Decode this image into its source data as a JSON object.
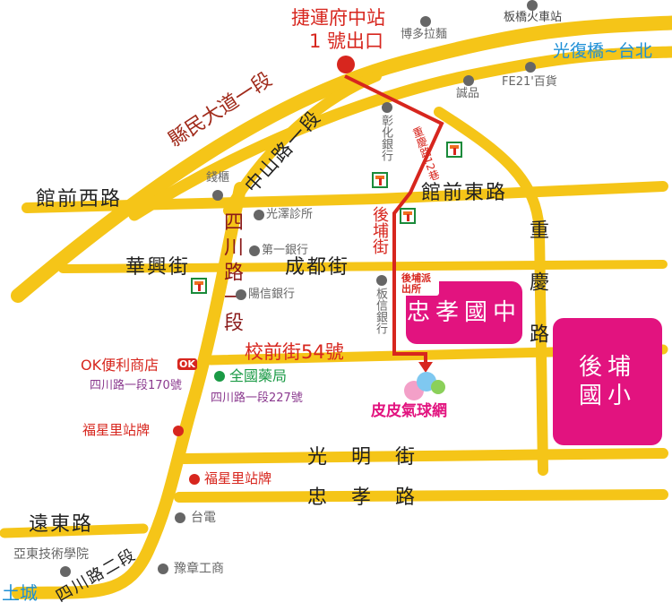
{
  "title_mrt": {
    "line1": "捷運府中站",
    "line2": "1 號出口"
  },
  "direction_label": "光復橋~台北",
  "roads": {
    "county_blvd": "縣民大道一段",
    "zhongshan": "中山路一段",
    "guanqian_west": "館前西路",
    "guanqian_east": "館前東路",
    "huaxing": "華興街",
    "chengdu": "成都街",
    "sichuan_1": "四川路一段",
    "houpu_st": "後埔街",
    "chongqing_lane": "重慶路12巷",
    "chongqing": "重慶路",
    "xiaoqian": "校前街54號",
    "guangming": "光 明 街",
    "zhongxiao": "忠 孝 路",
    "yuandong": "遠東路",
    "sichuan_2": "四川路二段",
    "tucheng": "土城"
  },
  "pois": {
    "banqiao_station": "板橋火車站",
    "hakata_ramen": "博多拉麵",
    "eslite": "誠品",
    "fe21": "FE21'百貨",
    "changhua_bank": "彰化銀行",
    "qiangui": "錢櫃",
    "guangze_clinic": "光澤診所",
    "first_bank": "第一銀行",
    "sunny_bank": "陽信銀行",
    "banxin_bank": "板信銀行",
    "police": "後埔派出所",
    "ok_store": "OK便利商店",
    "ok_logo": "OK",
    "ok_address": "四川路一段170號",
    "pharmacy": "全國藥局",
    "pharmacy_address": "四川路一段227號",
    "bus_stop_1": "福星里站牌",
    "bus_stop_2": "福星里站牌",
    "taipower": "台電",
    "oriental_institute": "亞東技術學院",
    "yuzhang": "豫章工商"
  },
  "schools": {
    "junior_high": "忠孝國中",
    "elementary": "後埔國小"
  },
  "shop_name": "皮皮氣球網",
  "colors": {
    "road": "#f5c518",
    "route": "#d7261e",
    "school": "#e2137f",
    "blue": "#1d8fd6"
  }
}
